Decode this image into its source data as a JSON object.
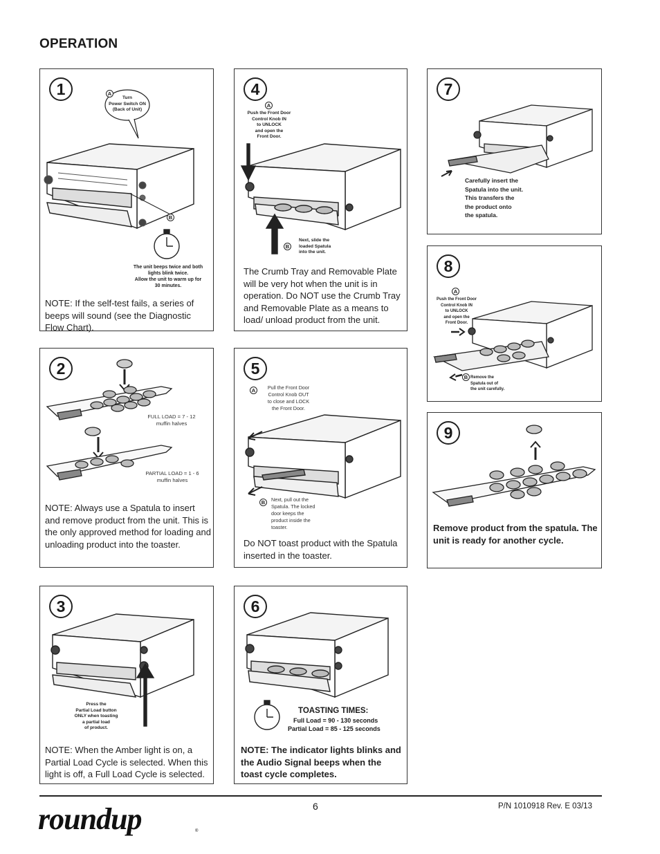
{
  "header": {
    "title": "OPERATION"
  },
  "steps": [
    {
      "num": "1",
      "callout_a_letter": "A",
      "callout_a": "Turn\nPower Switch ON\n(Back of Unit)",
      "callout_b_letter": "B",
      "caption": "The unit beeps twice and both\nlights blink twice.\nAllow the unit to warm up for\n30 minutes.",
      "note": "NOTE: If the self-test fails, a series of beeps will sound (see the Diagnostic Flow Chart)."
    },
    {
      "num": "2",
      "full_load": "FULL LOAD = 7 - 12\nmuffin halves",
      "partial_load": "PARTIAL LOAD = 1 - 6\nmuffin halves",
      "note": "NOTE: Always use a Spatula to insert and remove product from the unit. This is the only approved method for loading and unloading product into the toaster."
    },
    {
      "num": "3",
      "caption": "Press the\nPartial Load button\nONLY when toasting\na partial load\nof product.",
      "note": "NOTE: When the Amber light is on, a Partial Load Cycle is selected. When this light is off, a Full Load Cycle is selected."
    },
    {
      "num": "4",
      "callout_a_letter": "A",
      "callout_a": "Push the Front Door\nControl Knob IN\nto UNLOCK\nand open the\nFront Door.",
      "callout_b_letter": "B",
      "callout_b": "Next, slide the\nloaded Spatula\ninto the unit.",
      "note": "The Crumb Tray and Removable Plate will be very hot when the unit is in operation. Do NOT use the Crumb Tray and Removable Plate as a means to load/ unload product from the unit."
    },
    {
      "num": "5",
      "callout_a_letter": "A",
      "callout_a": "Pull the Front Door\nControl Knob OUT\nto close and LOCK\nthe Front Door.",
      "callout_b_letter": "B",
      "callout_b": "Next, pull out the\nSpatula. The locked\ndoor keeps the\nproduct inside the\ntoaster.",
      "note": "Do NOT toast product with the Spatula inserted in the toaster."
    },
    {
      "num": "6",
      "tt_title": "TOASTING TIMES:",
      "tt_full": "Full Load = 90 - 130 seconds",
      "tt_partial": "Partial Load = 85 - 125 seconds",
      "note": "NOTE: The indicator lights blinks and the Audio Signal beeps when the toast cycle completes."
    },
    {
      "num": "7",
      "caption": "Carefully insert the\nSpatula into the unit.\nThis transfers the\nthe product onto\nthe spatula."
    },
    {
      "num": "8",
      "callout_a_letter": "A",
      "callout_a": "Push the Front Door\nControl Knob IN\nto UNLOCK\nand open the\nFront Door.",
      "callout_b_letter": "B",
      "callout_b": "Remove the\nSpatula out of\nthe unit carefully."
    },
    {
      "num": "9",
      "note": "Remove product from the spatula. The unit is ready for another cycle."
    }
  ],
  "footer": {
    "page_number": "6",
    "part_number": "P/N 1010918 Rev. E 03/13",
    "logo": "roundup"
  }
}
